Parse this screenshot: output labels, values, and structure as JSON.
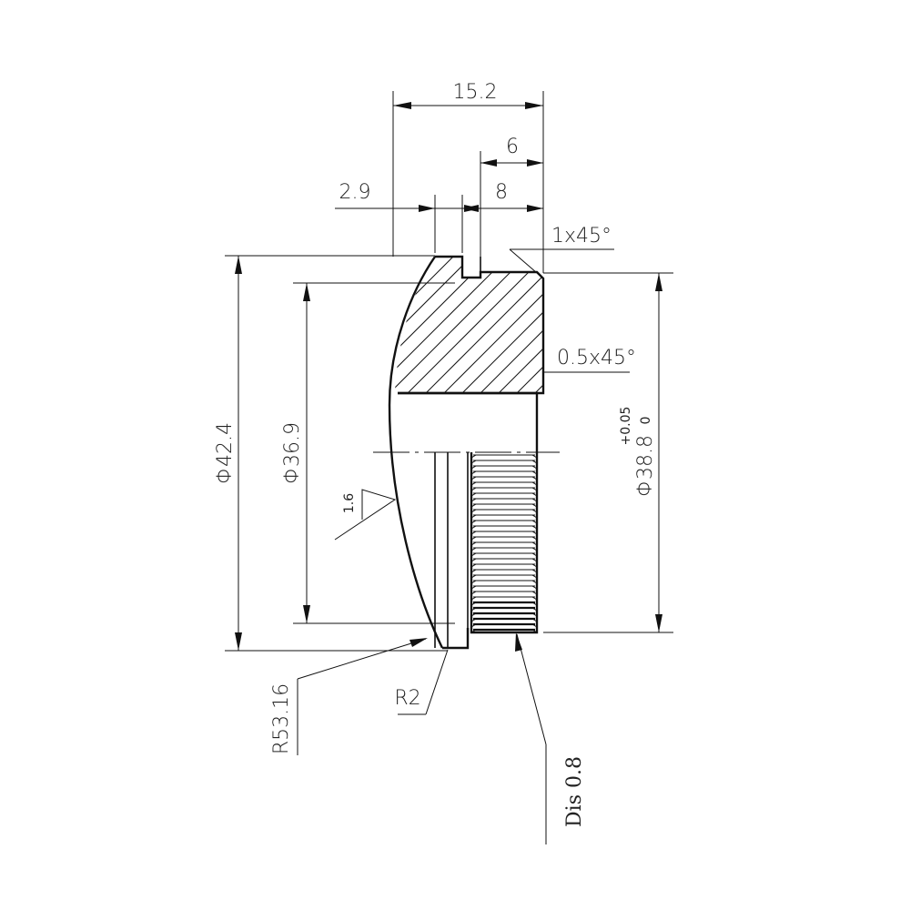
{
  "dimensions": {
    "overall_length": "15.2",
    "step_length": "6",
    "thread_length": "8",
    "groove_width": "2.9",
    "chamfer_outer": "1x45°",
    "chamfer_inner": "0.5x45°",
    "outer_diameter": "Φ42.4",
    "inner_diameter": "Φ36.9",
    "thread_diameter": "Φ38.8",
    "thread_tol_upper": "+0.05",
    "thread_tol_lower": "0",
    "roughness": "1.6",
    "sphere_radius": "R53.16",
    "edge_radius": "R2",
    "distance_note": "Dis 0.8"
  },
  "icons": {
    "surface_finish": "surface-roughness-triangle-icon"
  }
}
